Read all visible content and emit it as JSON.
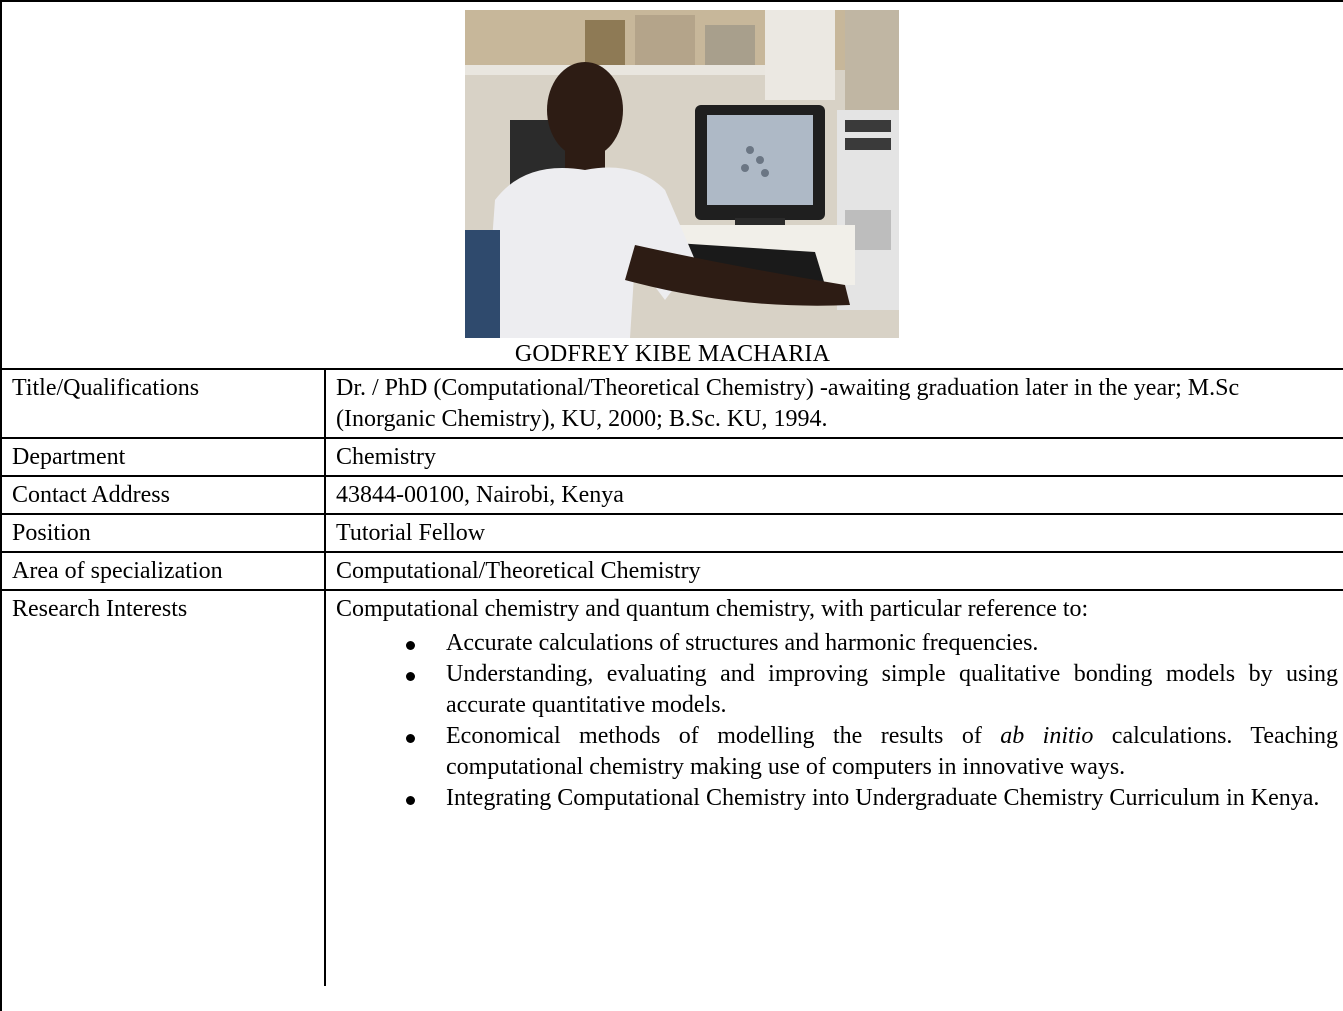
{
  "profile": {
    "name": "GODFREY KIBE MACHARIA"
  },
  "rows": {
    "title": {
      "label": "Title/Qualifications",
      "value": "Dr. / PhD (Computational/Theoretical Chemistry) -awaiting graduation later in the year; M.Sc (Inorganic Chemistry), KU, 2000; B.Sc. KU, 1994."
    },
    "department": {
      "label": "Department",
      "value": "Chemistry"
    },
    "contact": {
      "label": "Contact Address",
      "value": "43844-00100, Nairobi, Kenya"
    },
    "position": {
      "label": "Position",
      "value": "Tutorial Fellow"
    },
    "specialization": {
      "label": "Area of specialization",
      "value": "Computational/Theoretical Chemistry"
    },
    "research": {
      "label": "Research Interests",
      "intro": "Computational chemistry and quantum chemistry, with particular reference to:",
      "bullet1": "Accurate calculations of structures and harmonic frequencies.",
      "bullet2": "Understanding, evaluating and improving simple qualitative bonding models by using accurate quantitative models.",
      "bullet3_pre": "Economical methods of modelling the results of ",
      "bullet3_em": "ab initio",
      "bullet3_post": " calculations. Teaching computational chemistry making use of computers in innovative ways.",
      "bullet4": "Integrating Computational Chemistry into Undergraduate Chemistry Curriculum in Kenya."
    }
  },
  "colors": {
    "border": "#000000",
    "background": "#ffffff"
  }
}
